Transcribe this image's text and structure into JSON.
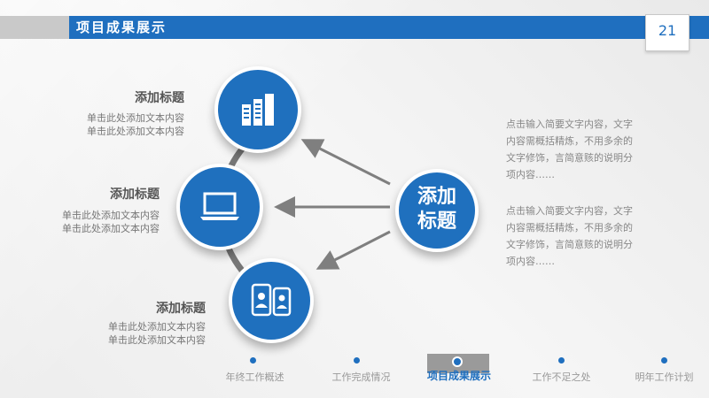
{
  "header": {
    "title": "项目成果展示",
    "page_number": "21"
  },
  "center": {
    "label_line1": "添加",
    "label_line2": "标题"
  },
  "blocks": [
    {
      "title": "添加标题",
      "line1": "单击此处添加文本内容",
      "line2": "单击此处添加文本内容",
      "icon": "building-icon"
    },
    {
      "title": "添加标题",
      "line1": "单击此处添加文本内容",
      "line2": "单击此处添加文本内容",
      "icon": "laptop-icon"
    },
    {
      "title": "添加标题",
      "line1": "单击此处添加文本内容",
      "line2": "单击此处添加文本内容",
      "icon": "mobile-devices-icon"
    }
  ],
  "paragraphs": [
    {
      "l1": "点击输入简要文字内容，文字",
      "l2": "内容需概括精炼，不用多余的",
      "l3": "文字修饰，言简意赅的说明分",
      "l4": "项内容……"
    },
    {
      "l1": "点击输入简要文字内容，文字",
      "l2": "内容需概括精炼，不用多余的",
      "l3": "文字修饰，言简意赅的说明分",
      "l4": "项内容……"
    }
  ],
  "nav": [
    {
      "label": "年终工作概述"
    },
    {
      "label": "工作完成情况"
    },
    {
      "label": "项目成果展示",
      "active": true
    },
    {
      "label": "工作不足之处"
    },
    {
      "label": "明年工作计划"
    }
  ],
  "colors": {
    "primary": "#1f70be",
    "arrow": "#7f7f7f",
    "gray_bar": "#c9c9c9"
  }
}
